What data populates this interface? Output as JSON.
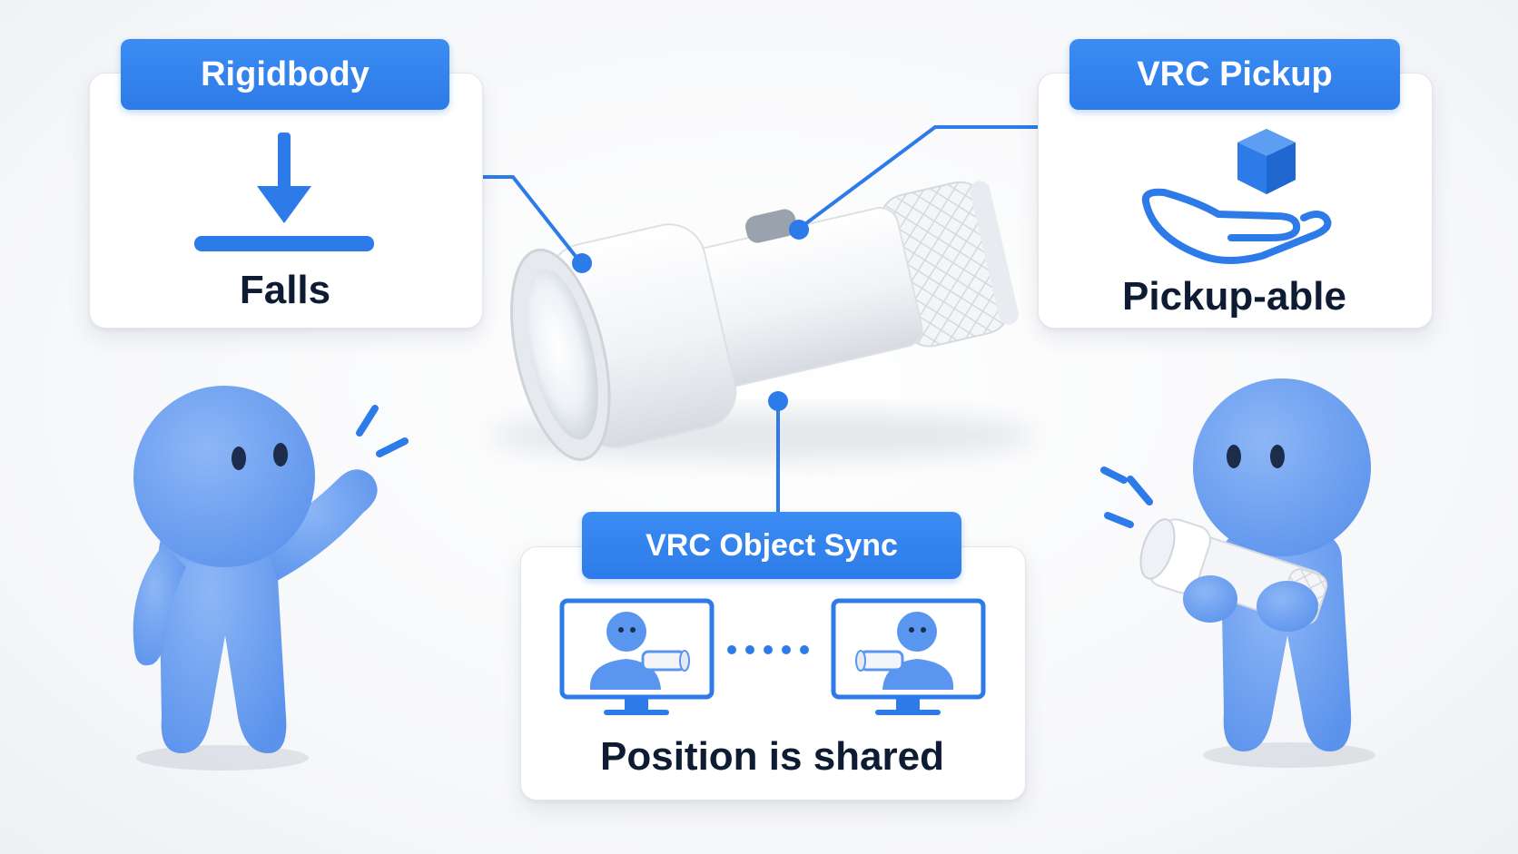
{
  "cards": {
    "rigidbody": {
      "title": "Rigidbody",
      "caption": "Falls"
    },
    "pickup": {
      "title": "VRC Pickup",
      "caption": "Pickup-able"
    },
    "sync": {
      "title": "VRC Object Sync",
      "caption": "Position is shared"
    }
  },
  "icons": {
    "rigidbody": "down-arrow-to-ground-icon",
    "pickup": "hand-holding-cube-icon",
    "sync": "two-monitors-synced-icon"
  },
  "colors": {
    "accent": "#2d7be8",
    "character": "#6a9ff0",
    "text": "#0d1b33",
    "card": "#ffffff"
  }
}
